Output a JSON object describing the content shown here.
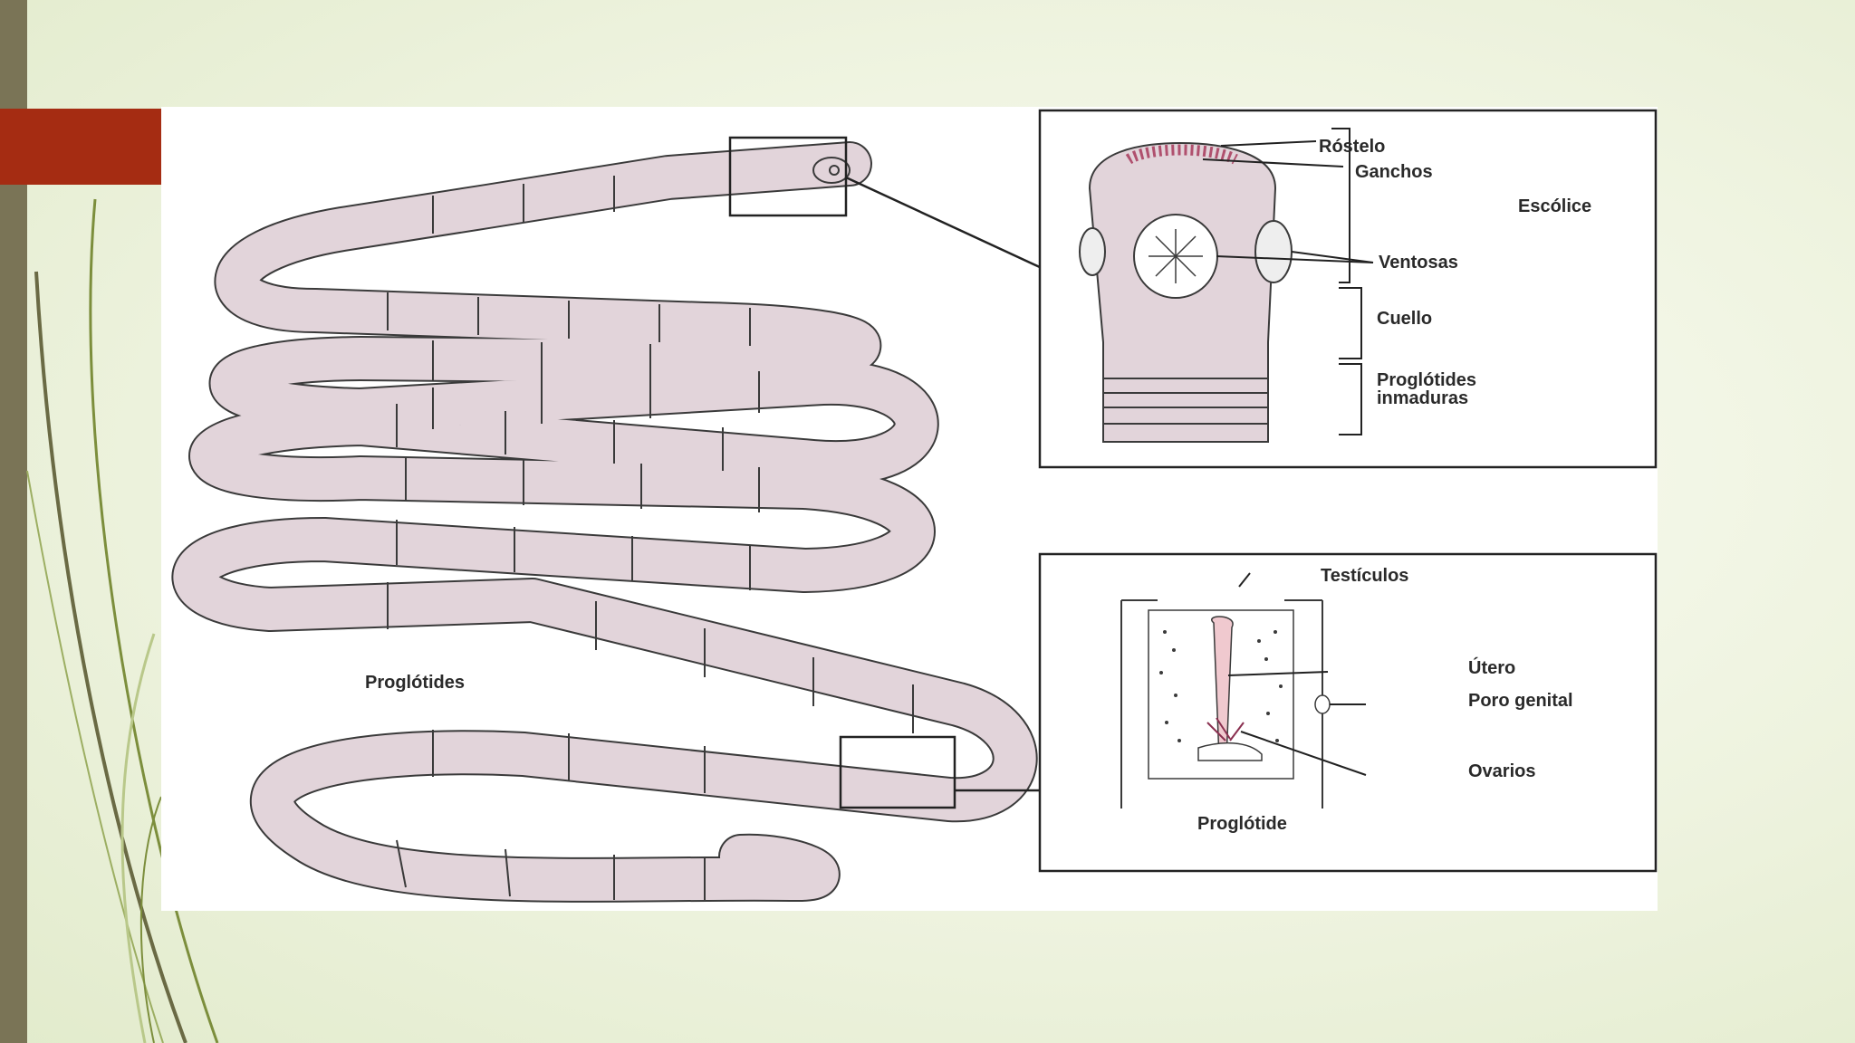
{
  "slide": {
    "accent_colors": {
      "side_bar": "#7a7456",
      "tab": "#a52c12",
      "worm_fill": "#e2d4da",
      "hooks": "#b0506e"
    }
  },
  "diagram": {
    "worm_label": "Proglótides",
    "scolex_panel": {
      "rostelo": "Róstelo",
      "ganchos": "Ganchos",
      "escolice": "Escólice",
      "ventosas": "Ventosas",
      "cuello": "Cuello",
      "proglotides_inmaduras_line1": "Proglótides",
      "proglotides_inmaduras_line2": "inmaduras"
    },
    "proglottid_panel": {
      "testiculos": "Testículos",
      "utero": "Útero",
      "poro_genital": "Poro genital",
      "ovarios": "Ovarios",
      "proglotide": "Proglótide"
    }
  }
}
